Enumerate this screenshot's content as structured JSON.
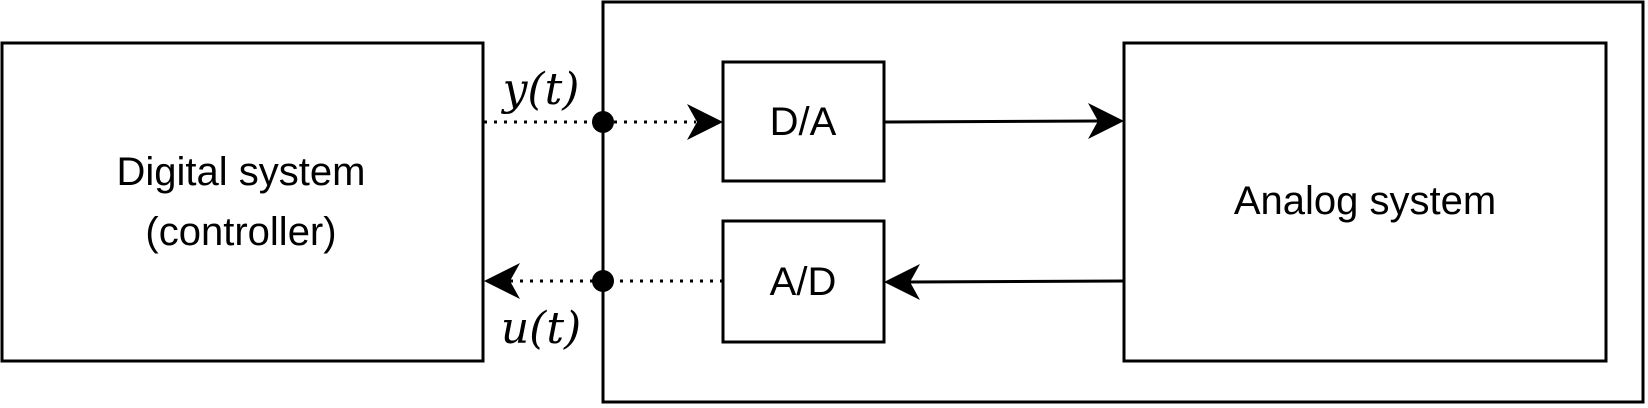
{
  "blocks": {
    "digital_line1": "Digital system",
    "digital_line2": "(controller)",
    "dac": "D/A",
    "adc": "A/D",
    "analog": "Analog system"
  },
  "signals": {
    "y": "y(t)",
    "u": "u(t)"
  },
  "icons": {
    "arrow": "arrowhead-icon",
    "junction": "junction-dot-icon"
  }
}
